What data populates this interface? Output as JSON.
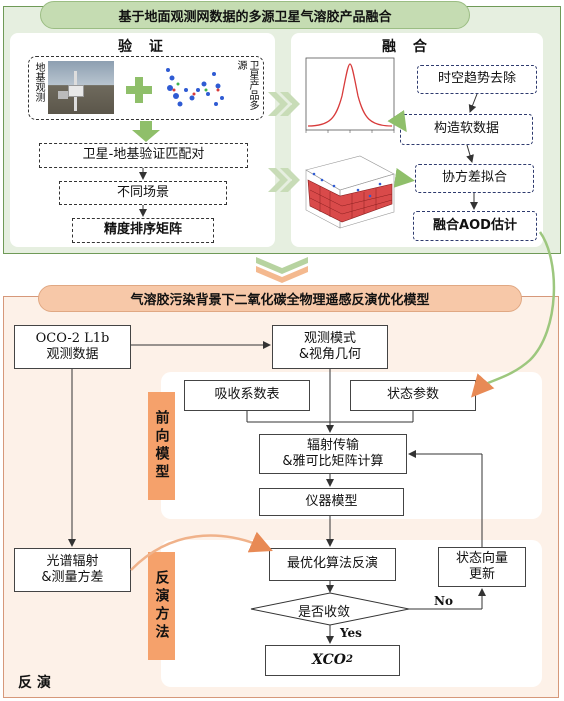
{
  "top_section": {
    "banner": "基于地面观测网数据的多源卫星气溶胶产品融合",
    "validation": {
      "title": "验 证",
      "ground_label": "地基观测",
      "satellite_label": "卫星产品多源",
      "steps": [
        "卫星-地基验证匹配对",
        "不同场景",
        "精度排序矩阵"
      ]
    },
    "fusion": {
      "title": "融 合",
      "steps": [
        "时空趋势去除",
        "构造软数据",
        "协方差拟合",
        "融合AOD估计"
      ]
    }
  },
  "bottom_section": {
    "banner": "气溶胶污染背景下二氧化碳全物理遥感反演优化模型",
    "corner_label": "反 演",
    "oco2_box": "OCO-2 L1b\n观测数据",
    "obs_mode_box": "观测模式\n&视角几何",
    "forward_model": {
      "tab": "前向模型",
      "absorption": "吸收系数表",
      "state_params": "状态参数",
      "radiative_transfer": "辐射传输\n&雅可比矩阵计算",
      "instrument": "仪器模型"
    },
    "spectral_box": "光谱辐射\n&测量方差",
    "inversion": {
      "tab": "反演方法",
      "optimization": "最优化算法反演",
      "state_update": "状态向量\n更新",
      "converge": "是否收敛",
      "no_label": "No",
      "yes_label": "Yes",
      "result": "XCO",
      "result_sub": "2"
    }
  },
  "colors": {
    "green_banner": "#c5dcb2",
    "green_panel": "#e6efe0",
    "green_border": "#6f9a57",
    "orange_banner": "#f7c8a8",
    "orange_panel": "#fdf1e8",
    "orange_tab": "#f5a16b",
    "arrow_green": "#8fbf6a",
    "navy": "#2e3a6e"
  }
}
